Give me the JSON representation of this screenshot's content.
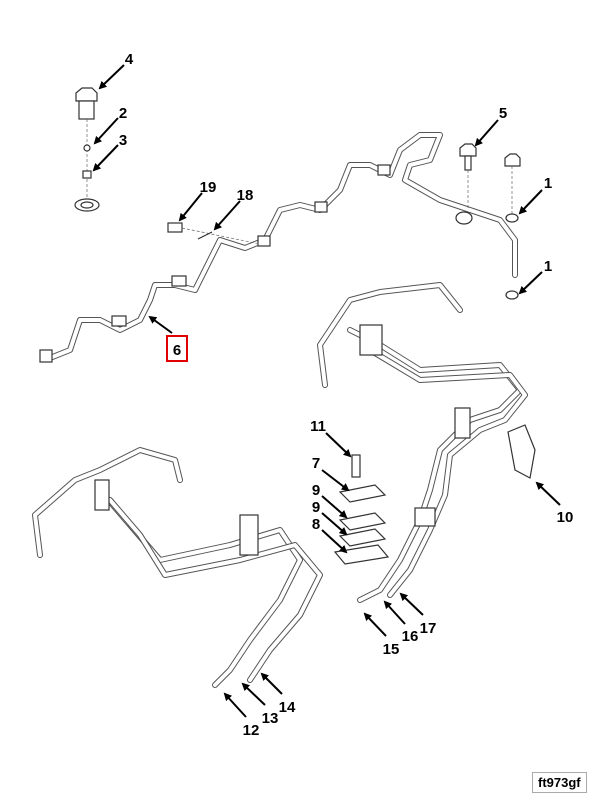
{
  "diagram": {
    "type": "exploded parts diagram - fuel lines",
    "figure_code": "ft973gf",
    "highlighted_callout": "6",
    "highlight_color": "#e00000",
    "callouts": [
      {
        "label": "4"
      },
      {
        "label": "2"
      },
      {
        "label": "3"
      },
      {
        "label": "19"
      },
      {
        "label": "18"
      },
      {
        "label": "6"
      },
      {
        "label": "5"
      },
      {
        "label": "1"
      },
      {
        "label": "1"
      },
      {
        "label": "11"
      },
      {
        "label": "7"
      },
      {
        "label": "9"
      },
      {
        "label": "9"
      },
      {
        "label": "8"
      },
      {
        "label": "10"
      },
      {
        "label": "17"
      },
      {
        "label": "16"
      },
      {
        "label": "15"
      },
      {
        "label": "14"
      },
      {
        "label": "13"
      },
      {
        "label": "12"
      }
    ]
  }
}
